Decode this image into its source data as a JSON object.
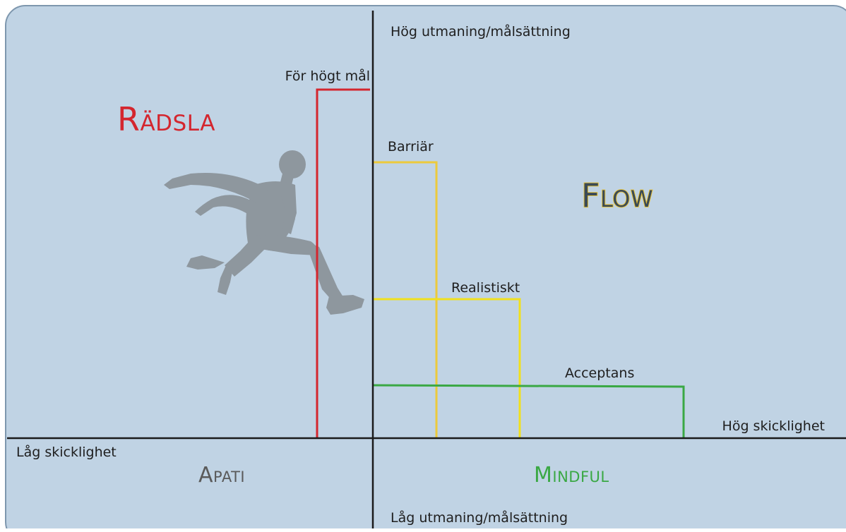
{
  "axes": {
    "top_label": "Hög utmaning/målsättning",
    "bottom_label": "Låg utmaning/målsättning",
    "left_label": "Låg skicklighet",
    "right_label": "Hög skicklighet"
  },
  "quadrants": {
    "top_left": {
      "cap": "R",
      "rest": "ÄDSLA",
      "color": "#d4262e"
    },
    "top_right": {
      "cap": "F",
      "rest": "LOW",
      "color": "#3a4a57",
      "outline": "#e9c233"
    },
    "bottom_left": {
      "cap": "A",
      "rest": "PATI",
      "color": "#5a5a5a"
    },
    "bottom_right": {
      "cap": "M",
      "rest": "INDFUL",
      "color": "#3aa844"
    }
  },
  "goals": [
    {
      "id": "for-hogt-mal",
      "label": "För högt mål",
      "color": "#d4262e"
    },
    {
      "id": "barriar",
      "label": "Barriär",
      "color": "#ecca3c"
    },
    {
      "id": "realistiskt",
      "label": "Realistiskt",
      "color": "#f1e01d"
    },
    {
      "id": "acceptans",
      "label": "Acceptans",
      "color": "#3aa844"
    }
  ],
  "figure": {
    "icon": "jumping-athlete-icon",
    "color": "#8e979e"
  },
  "colors": {
    "panel": "#c0d3e4",
    "panel_border": "#7e97ae",
    "axis": "#1a1a1a"
  }
}
